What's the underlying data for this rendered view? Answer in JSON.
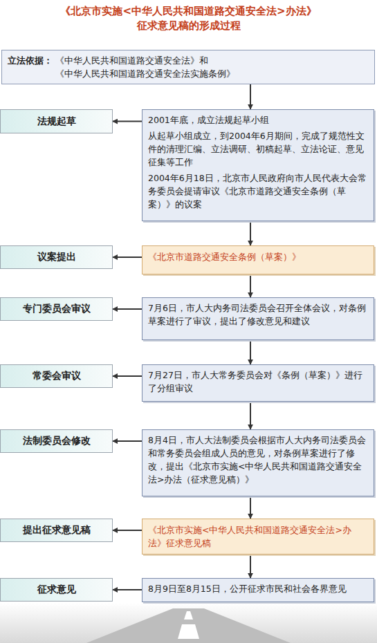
{
  "diagram": {
    "title": "《北京市实施<中华人民共和国道路交通安全法>办法》 征求意见稿的形成过程",
    "nodes": [
      {
        "text": [
          "立法依据：",
          "《中华人民共和国道路交通安全法》和 《中华人民共和国道路交通安全法实施条例》"
        ]
      },
      {
        "text": [
          "法规起草"
        ]
      },
      {
        "text": [
          "2001年底，成立法规起草小组",
          "从起草小组成立，到2004年6月期间，完成了规范性文件的清理汇编、立法调研、初稿起草、立法论证、意见征集等工作",
          "2004年6月18日，北京市人民政府向市人民代表大会常务委员会提请审议《北京市道路交通安全条例（草案）》的议案"
        ]
      },
      {
        "text": [
          "议案提出"
        ]
      },
      {
        "text": [
          "《北京市道路交通安全条例（草案）》"
        ]
      },
      {
        "text": [
          "专门委员会审议"
        ]
      },
      {
        "text": [
          "7月6日，市人大内务司法委员会召开全体会议，对条例草案进行了审议，提出了修改意见和建议"
        ]
      },
      {
        "text": [
          "常委会审议"
        ]
      },
      {
        "text": [
          "7月27日，市人大常务委员会对《条例（草案）》进行了分组审议"
        ]
      },
      {
        "text": [
          "法制委员会修改"
        ]
      },
      {
        "text": [
          "8月4日，市人大法制委员会根据市人大内务司法委员会和常务委员会组成人员的意见，对条例草案进行了修改，提出《北京市实施<中华人民共和国道路交通安全法>办法（征求意见稿）》"
        ]
      },
      {
        "text": [
          "提出征求意见稿"
        ]
      },
      {
        "text": [
          "《北京市实施<中华人民共和国道路交通安全法>办法》征求意见稿"
        ]
      },
      {
        "text": [
          "征求意见"
        ]
      },
      {
        "text": [
          "8月9日至8月15日，公开征求市民和社会各界意见"
        ]
      }
    ],
    "edges": [
      {
        "from": 0,
        "to": 2,
        "arrow": "to"
      },
      {
        "from": 2,
        "to": 1,
        "arrow": "to"
      },
      {
        "from": 2,
        "to": 4,
        "arrow": "to"
      },
      {
        "from": 4,
        "to": 3,
        "arrow": "to"
      },
      {
        "from": 4,
        "to": 6,
        "arrow": "to"
      },
      {
        "from": 6,
        "to": 5,
        "arrow": "to"
      },
      {
        "from": 6,
        "to": 8,
        "arrow": "to"
      },
      {
        "from": 8,
        "to": 7,
        "arrow": "to"
      },
      {
        "from": 8,
        "to": 10,
        "arrow": "to"
      },
      {
        "from": 10,
        "to": 9,
        "arrow": "to"
      },
      {
        "from": 10,
        "to": 12,
        "arrow": "to"
      },
      {
        "from": 12,
        "to": 11,
        "arrow": "to"
      },
      {
        "from": 12,
        "to": 14,
        "arrow": "to"
      },
      {
        "from": 14,
        "to": 13,
        "arrow": "to"
      }
    ]
  }
}
